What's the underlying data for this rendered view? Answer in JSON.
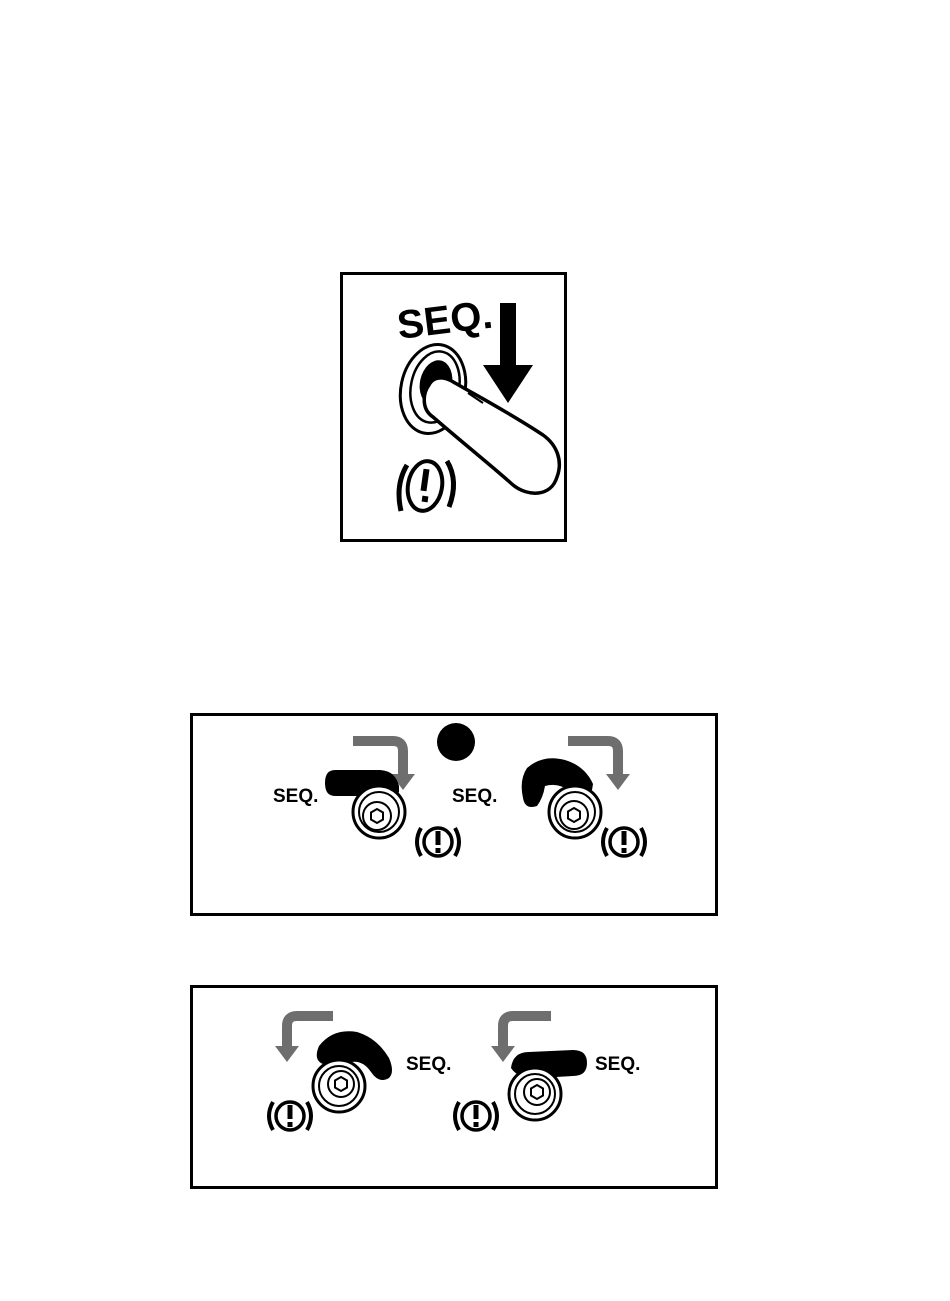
{
  "panels": {
    "top": {
      "label": "SEQ.",
      "warning_symbol": "(!)"
    },
    "middle": {
      "left_label": "SEQ.",
      "right_label": "SEQ.",
      "warning_symbol_left": "(!)",
      "warning_symbol_right": "(!)"
    },
    "bottom": {
      "left_label": "SEQ.",
      "right_label": "SEQ.",
      "warning_symbol_left": "(!)",
      "warning_symbol_right": "(!)"
    }
  },
  "colors": {
    "ink": "#000000",
    "arrow_gray": "#6e6e6e",
    "background": "#ffffff"
  }
}
